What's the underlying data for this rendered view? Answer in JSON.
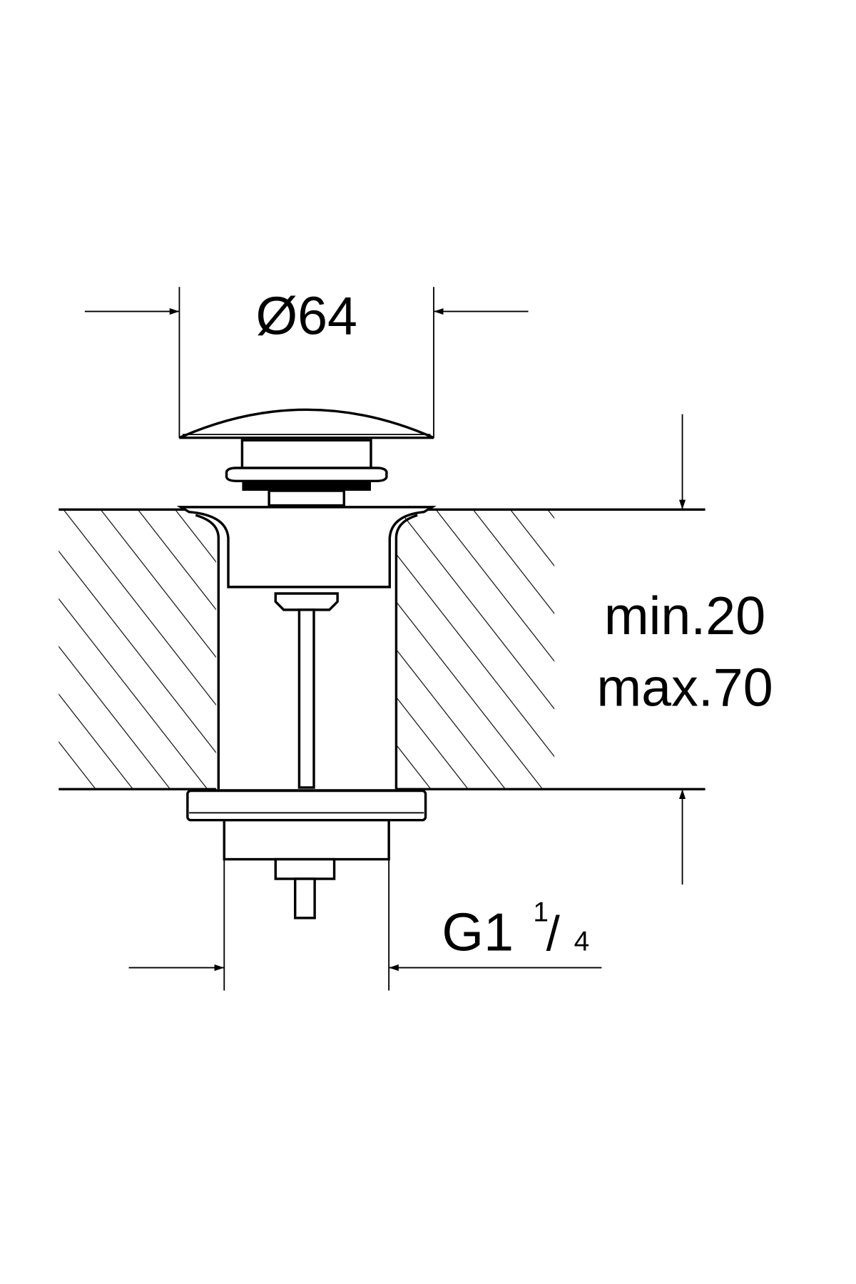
{
  "drawing": {
    "diameter_label": "Ø64",
    "thickness_min": "min.20",
    "thickness_max": "max.70",
    "thread_label_main": "G1",
    "thread_numerator": "1",
    "thread_denominator": "4"
  },
  "colors": {
    "line": "#000000",
    "background": "#ffffff"
  }
}
